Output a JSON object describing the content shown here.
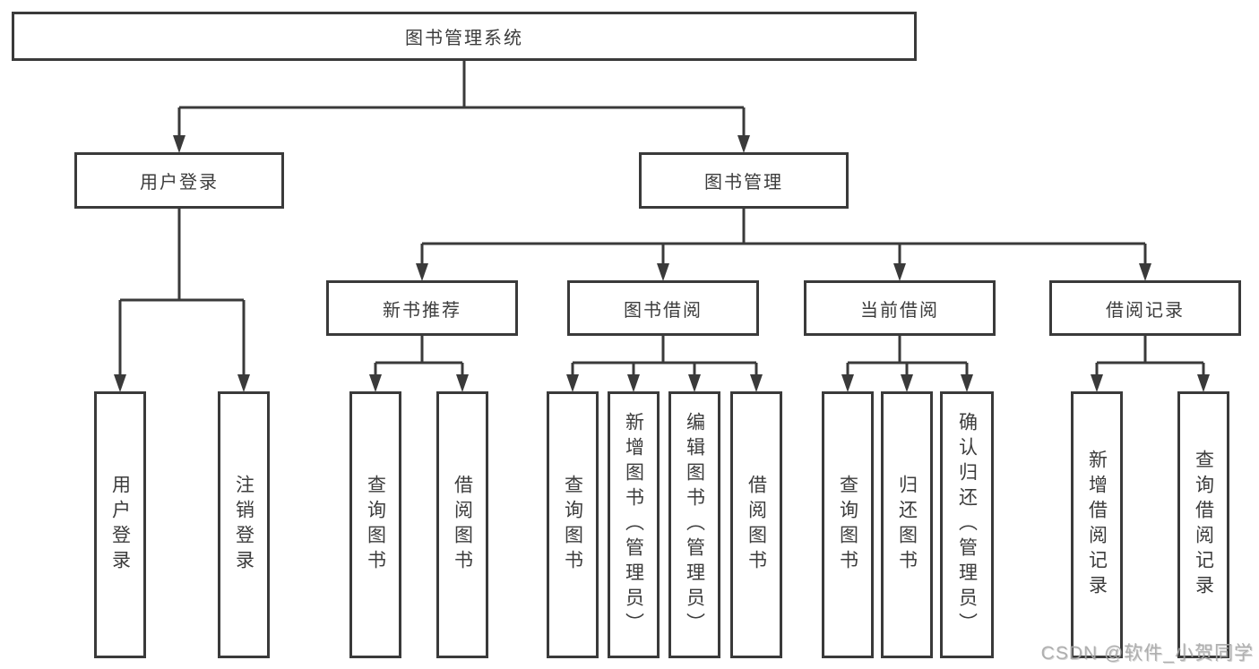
{
  "diagram_title": "图书管理系统",
  "nodes": {
    "root": "图书管理系统",
    "user_login": "用户登录",
    "book_mgmt": "图书管理",
    "new_book_rec": "新书推荐",
    "book_borrow": "图书借阅",
    "current_borrow": "当前借阅",
    "borrow_records": "借阅记录",
    "leaf_user_login": "用户登录",
    "leaf_logout": "注销登录",
    "leaf_rec_query_book": "查询图书",
    "leaf_rec_borrow_book": "借阅图书",
    "leaf_bb_query_book": "查询图书",
    "leaf_bb_add_book": "新增图书（管理员）",
    "leaf_bb_edit_book": "编辑图书（管理员）",
    "leaf_bb_borrow_book": "借阅图书",
    "leaf_cb_query_book": "查询图书",
    "leaf_cb_return_book": "归还图书",
    "leaf_cb_confirm_return": "确认归还（管理员）",
    "leaf_br_add_record": "新增借阅记录",
    "leaf_br_query_record": "查询借阅记录"
  },
  "watermark": "CSDN @软件_小贺同学",
  "colors": {
    "line": "#3a3a3a",
    "text": "#3c3c3c",
    "box_background": "#ffffff",
    "watermark": "#a8a8a8"
  }
}
